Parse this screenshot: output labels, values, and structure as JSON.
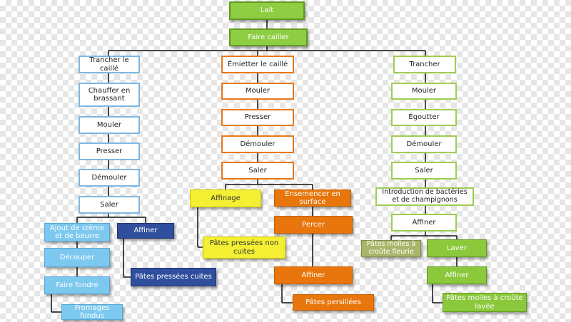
{
  "nodes": {
    "lait": "Lait",
    "faire_cailler": "Faire cailler",
    "left": {
      "trancher": "Trancher le caillé",
      "chauffer": "Chauffer en brassant",
      "mouler": "Mouler",
      "presser": "Presser",
      "demouler": "Démouler",
      "saler": "Saler",
      "ajout": "Ajout de crème et de beurre",
      "affiner": "Affiner",
      "decouper": "Découper",
      "faire_fondre": "Faire fondre",
      "fromages_fondus": "Fromages fondus",
      "pates_pressees_cuites": "Pâtes pressées cuites"
    },
    "middle": {
      "emietter": "Émietter le caillé",
      "mouler": "Mouler",
      "presser": "Presser",
      "demouler": "Démouler",
      "saler": "Saler",
      "affinage": "Affinage",
      "ensemencer": "Ensemencer en surface",
      "percer": "Percer",
      "affiner": "Affiner",
      "pates_pressees_non_cuites": "Pâtes pressées non cuites",
      "pates_persillees": "Pâtes persillées"
    },
    "right": {
      "trancher": "Trancher",
      "mouler": "Mouler",
      "egoutter": "Égoutter",
      "demouler": "Démouler",
      "saler": "Saler",
      "introduction": "Introduction de bactéries et de champignons",
      "affiner": "Affiner",
      "pates_molles_croute_fleurie": "Pâtes molles à croûte fleurie",
      "laver": "Laver",
      "affiner2": "Affiner",
      "pates_molles_croute_lavee": "Pâtes molles à croûte lavée"
    }
  },
  "colors": {
    "trunk": "#8fcd43",
    "left_outline": "#7fb7e0",
    "middle_outline": "#e8781a",
    "right_outline": "#9fcd52",
    "orange_fill": "#e8760c",
    "light_blue": "#7cc8ef",
    "navy": "#2f4e9e",
    "yellow": "#f4ef33",
    "olive": "#a8b56a",
    "line": "#111111"
  }
}
